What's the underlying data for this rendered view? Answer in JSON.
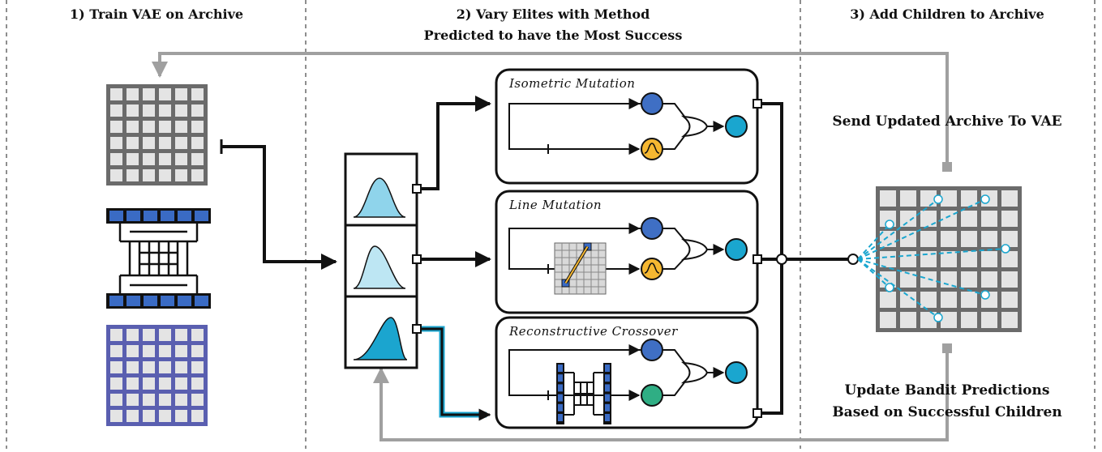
{
  "sections": {
    "train": {
      "title": "1) Train VAE on Archive"
    },
    "vary": {
      "title_line1": "2) Vary Elites with Method",
      "title_line2": "Predicted to have the Most Success"
    },
    "add": {
      "title": "3)  Add Children to Archive"
    }
  },
  "methods": [
    {
      "title": "Isometric Mutation"
    },
    {
      "title": "Line Mutation"
    },
    {
      "title": "Reconstructive Crossover"
    }
  ],
  "labels": {
    "send_updated": "Send Updated Archive To VAE",
    "update_bandit_line1": "Update Bandit Predictions",
    "update_bandit_line2": "Based on Successful Children"
  },
  "colors": {
    "archive_gray": "#6b6b6b",
    "cell_fill": "#e4e4e4",
    "vae_blue": "#3a6bc4",
    "decoded_purple": "#5a5fb0",
    "node_blue": "#3f6fc4",
    "node_cyan": "#1aa6cf",
    "node_yellow": "#f5b731",
    "node_green": "#2fae84",
    "dist_light": "#bde6f3",
    "dist_mid": "#8fd4eb",
    "dist_dark": "#1ba5cf",
    "flow_gray": "#a0a0a0"
  },
  "icons": [
    "arrow-head-icon",
    "gaussian-icon",
    "crossover-gate-icon"
  ]
}
